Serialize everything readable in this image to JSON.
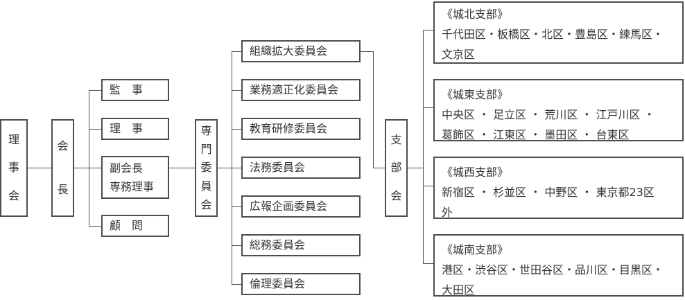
{
  "riji": [
    "理",
    "事",
    "会"
  ],
  "kaicho": [
    "会",
    "長"
  ],
  "officers": {
    "kanji": "監　事",
    "riji": "理　事",
    "fuku_line1": "副会長",
    "fuku_line2": "専務理事",
    "komon": "顧　問"
  },
  "senmon": [
    "専",
    "門",
    "委",
    "員",
    "会"
  ],
  "committees": [
    "組織拡大委員会",
    "業務適正化委員会",
    "教育研修委員会",
    "法務委員会",
    "広報企画委員会",
    "総務委員会",
    "倫理委員会"
  ],
  "shibu": [
    "支",
    "部",
    "会"
  ],
  "branches": [
    {
      "title": "《城北支部》",
      "line1": "千代田区・板橋区・北区・豊島区・練馬区・",
      "line2": "文京区"
    },
    {
      "title": "《城東支部》",
      "line1": "中央区 ・ 足立区 ・ 荒川区 ・ 江戸川区 ・",
      "line2": "葛飾区 ・ 江東区 ・ 墨田区 ・ 台東区"
    },
    {
      "title": "《城西支部》",
      "line1": "新宿区 ・ 杉並区 ・ 中野区 ・ 東京都23区",
      "line2": "外"
    },
    {
      "title": "《城南支部》",
      "line1": "港区・渋谷区・世田谷区・品川区・目黒区・",
      "line2": "大田区"
    }
  ]
}
